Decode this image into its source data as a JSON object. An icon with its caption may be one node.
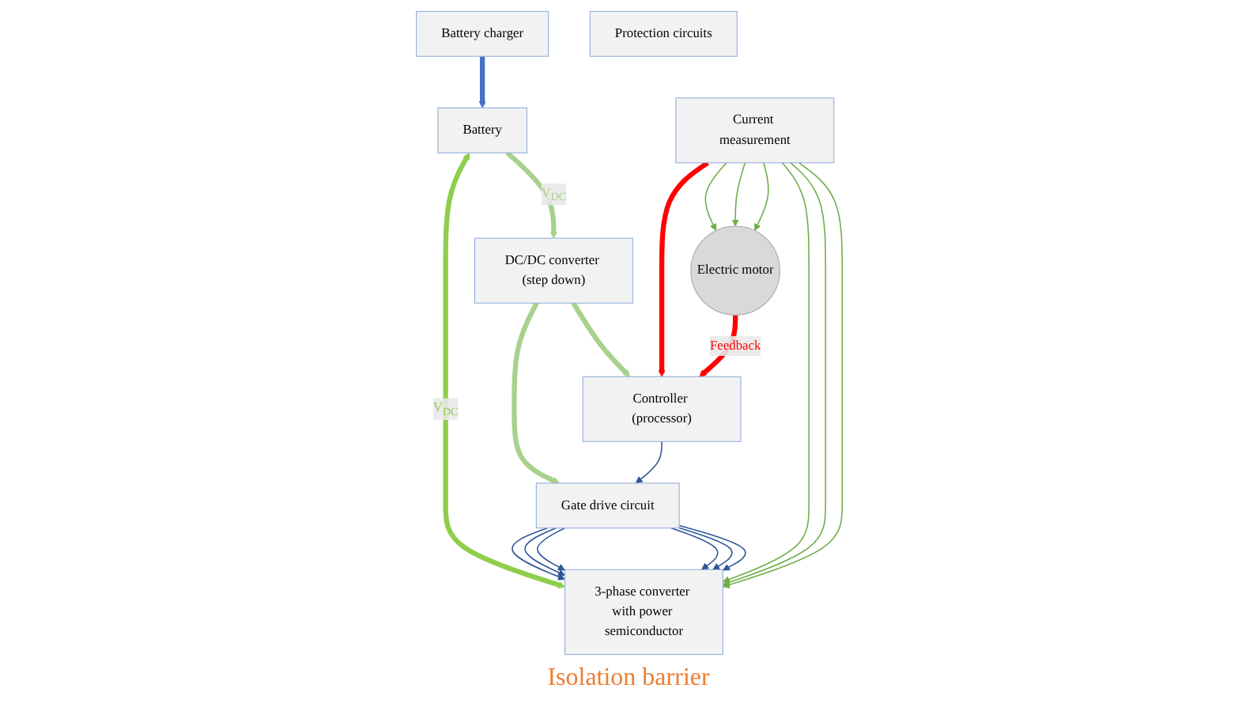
{
  "diagram": {
    "nodes": [
      {
        "text": [
          "DC/DC converter (step down)"
        ]
      },
      {
        "text": [
          "Battery"
        ]
      },
      {
        "text": [
          "Battery charger"
        ]
      },
      {
        "text": [
          "Controller (processor)"
        ]
      },
      {
        "text": [
          "Gate drive circuit"
        ]
      },
      {
        "text": [
          "3-phase converter with power semiconductor"
        ]
      },
      {
        "text": [
          "Protection circuits"
        ]
      },
      {
        "text": [
          "Current measurement"
        ]
      },
      {
        "text": [
          "Electric motor"
        ]
      }
    ],
    "edges": [
      {
        "from": 2,
        "to": 1,
        "arrow": "to",
        "style": "thick",
        "color": "#4472c4"
      },
      {
        "from": 1,
        "to": 0,
        "arrow": "to",
        "label": "V$_{DC}$",
        "style": "thick",
        "color": "#a9d18e"
      },
      {
        "from": 0,
        "to": 3,
        "arrow": "to",
        "style": "thick",
        "color": "#a9d18e"
      },
      {
        "from": 0,
        "to": 4,
        "arrow": "to",
        "style": "thick",
        "color": "#a9d18e"
      },
      {
        "from": 1,
        "to": 5,
        "arrow": "both",
        "label": "V$_{DC}$",
        "style": "thick",
        "color": "#8fce4c"
      },
      {
        "from": 3,
        "to": 4,
        "arrow": "to"
      },
      {
        "from": 4,
        "to": 5,
        "arrow": "to"
      },
      {
        "from": 4,
        "to": 5,
        "arrow": "to"
      },
      {
        "from": 4,
        "to": 5,
        "arrow": "to"
      },
      {
        "from": 4,
        "to": 5,
        "arrow": "to"
      },
      {
        "from": 4,
        "to": 5,
        "arrow": "to"
      },
      {
        "from": 4,
        "to": 5,
        "arrow": "to"
      },
      {
        "from": 7,
        "to": 5,
        "arrow": "to",
        "color": "#70ad47"
      },
      {
        "from": 7,
        "to": 5,
        "arrow": "to",
        "color": "#70ad47"
      },
      {
        "from": 7,
        "to": 5,
        "arrow": "to",
        "color": "#70ad47"
      },
      {
        "from": 7,
        "to": 8,
        "arrow": "to",
        "color": "#70ad47"
      },
      {
        "from": 7,
        "to": 8,
        "arrow": "to",
        "color": "#70ad47"
      },
      {
        "from": 7,
        "to": 8,
        "arrow": "to",
        "color": "#70ad47"
      },
      {
        "from": 7,
        "to": 3,
        "arrow": "to",
        "style": "thick",
        "color": "#ff0000"
      },
      {
        "from": 8,
        "to": 3,
        "arrow": "to",
        "label": "Feedback",
        "style": "thick",
        "color": "#ff0000"
      }
    ],
    "labels": [
      "Isolation barrier"
    ]
  }
}
